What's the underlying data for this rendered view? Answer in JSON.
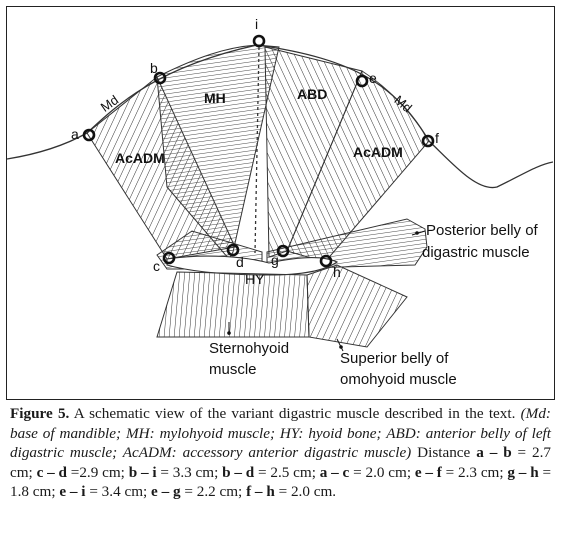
{
  "figure": {
    "points": {
      "i": "i",
      "b": "b",
      "e": "e",
      "a": "a",
      "f": "f",
      "c": "c",
      "d": "d",
      "g": "g",
      "h": "h"
    },
    "labels": {
      "md_left": "Md",
      "md_right": "Md",
      "mh": "MH",
      "abd": "ABD",
      "acadm_left": "AcADM",
      "acadm_right": "AcADM",
      "hy": "HY",
      "posterior_1": "Posterior belly of",
      "posterior_2": "digastric muscle",
      "sternohyoid_1": "Sternohyoid",
      "sternohyoid_2": "muscle",
      "omohyoid_1": "Superior belly of",
      "omohyoid_2": "omohyoid muscle"
    }
  },
  "caption": {
    "figure_label": "Figure 5.",
    "intro": " A schematic view of the variant digastric muscle described in the text. ",
    "abbrev": "(Md: base of mandible; MH: mylohyoid muscle; HY: hyoid bone; ABD: anterior belly of left digastric muscle;  AcADM: accessory anterior digastric muscle)",
    "distance_intro": " Distance ",
    "measurements": [
      {
        "pair": "a – b",
        "value": " = 2.7 cm; "
      },
      {
        "pair": "c – d",
        "value": " =2.9 cm;  "
      },
      {
        "pair": "b – i",
        "value": " = 3.3 cm; "
      },
      {
        "pair": "b – d",
        "value": " = 2.5 cm; "
      },
      {
        "pair": "a – c",
        "value": " = 2.0 cm; "
      },
      {
        "pair": "e – f",
        "value": " = 2.3 cm; "
      },
      {
        "pair": "g – h",
        "value": " = 1.8 cm; "
      },
      {
        "pair": "e – i",
        "value": " = 3.4 cm; "
      },
      {
        "pair": "e – g",
        "value": " = 2.2 cm;  "
      },
      {
        "pair": "f – h",
        "value": " = 2.0 cm."
      }
    ]
  }
}
